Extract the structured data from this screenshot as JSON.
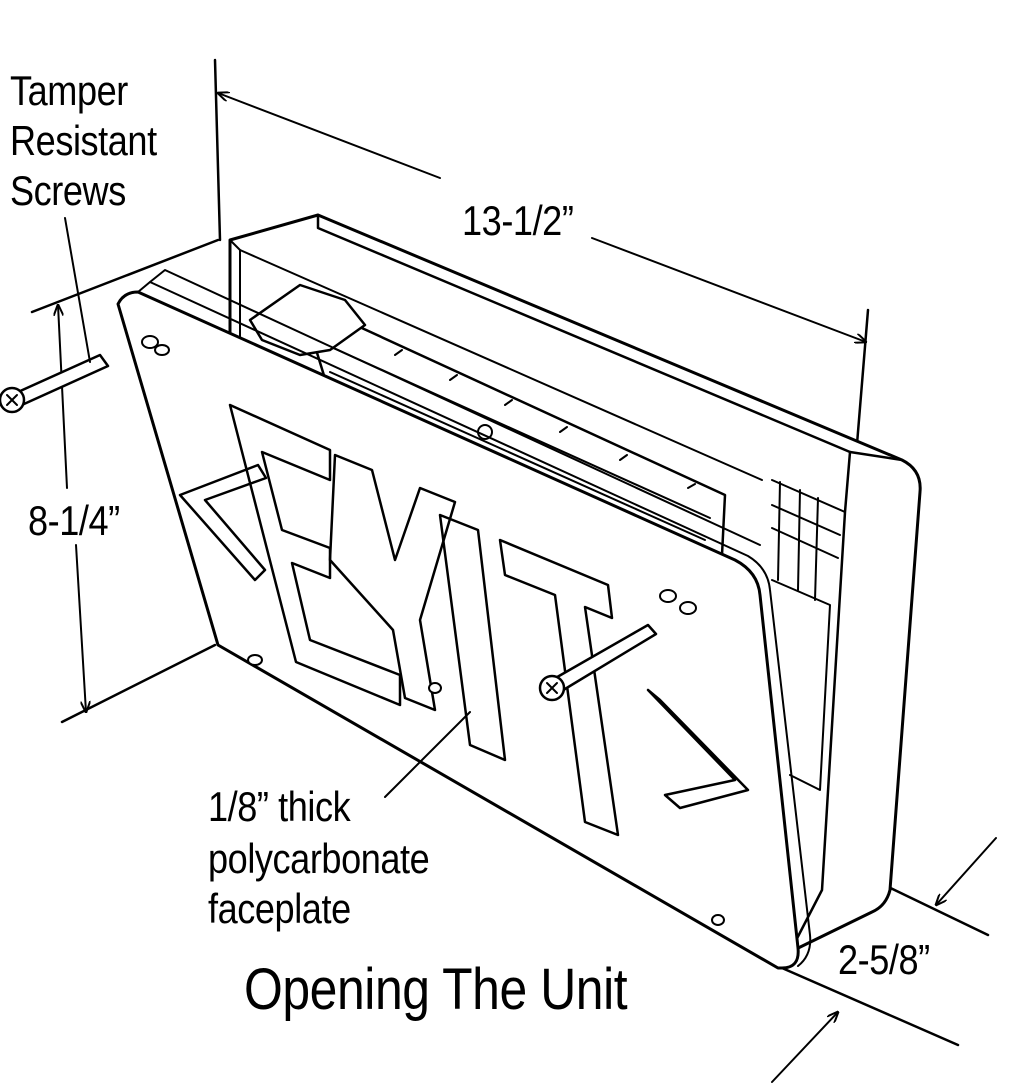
{
  "labels": {
    "screws": [
      "Tamper",
      "Resistant",
      "Screws"
    ],
    "width": "13-1/2”",
    "height": "8-1/4”",
    "depth": "2-5/8”",
    "faceplate": [
      "1/8” thick",
      "polycarbonate",
      "faceplate"
    ],
    "sign_text": "EXIT",
    "caption": "Opening The Unit"
  },
  "colors": {
    "line": "#000000",
    "background": "#ffffff"
  }
}
